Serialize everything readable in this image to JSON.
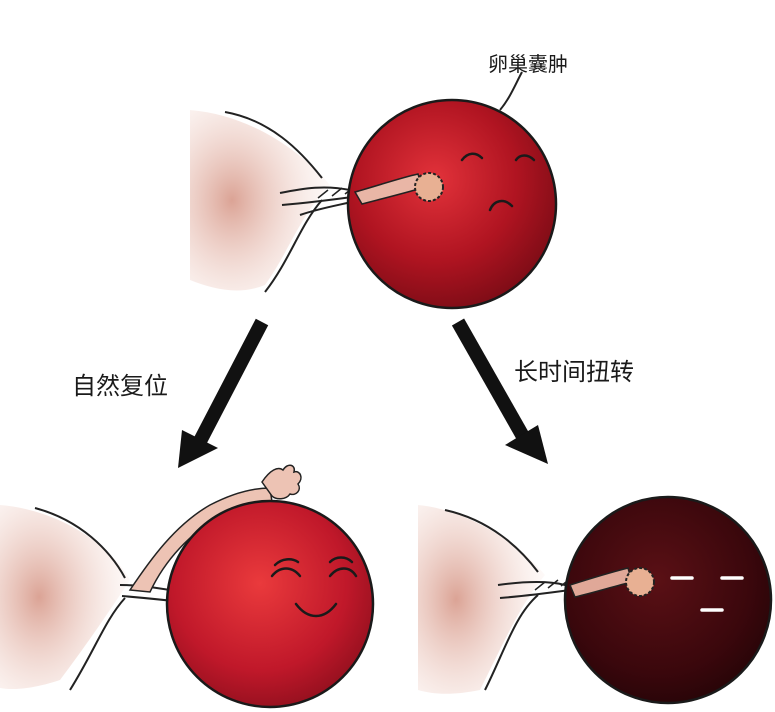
{
  "labels": {
    "cyst": "卵巢囊肿",
    "spontaneous_reset": "自然复位",
    "prolonged_torsion": "长时间扭转"
  },
  "colors": {
    "cyst_red": "#b01421",
    "cyst_dark": "#3a070c",
    "tissue_pink": "#e6b3a6",
    "tube_pink": "#edc3b4",
    "arrow": "#111111"
  },
  "icons": [
    "sad-face-icon",
    "happy-face-icon",
    "blank-face-icon"
  ]
}
